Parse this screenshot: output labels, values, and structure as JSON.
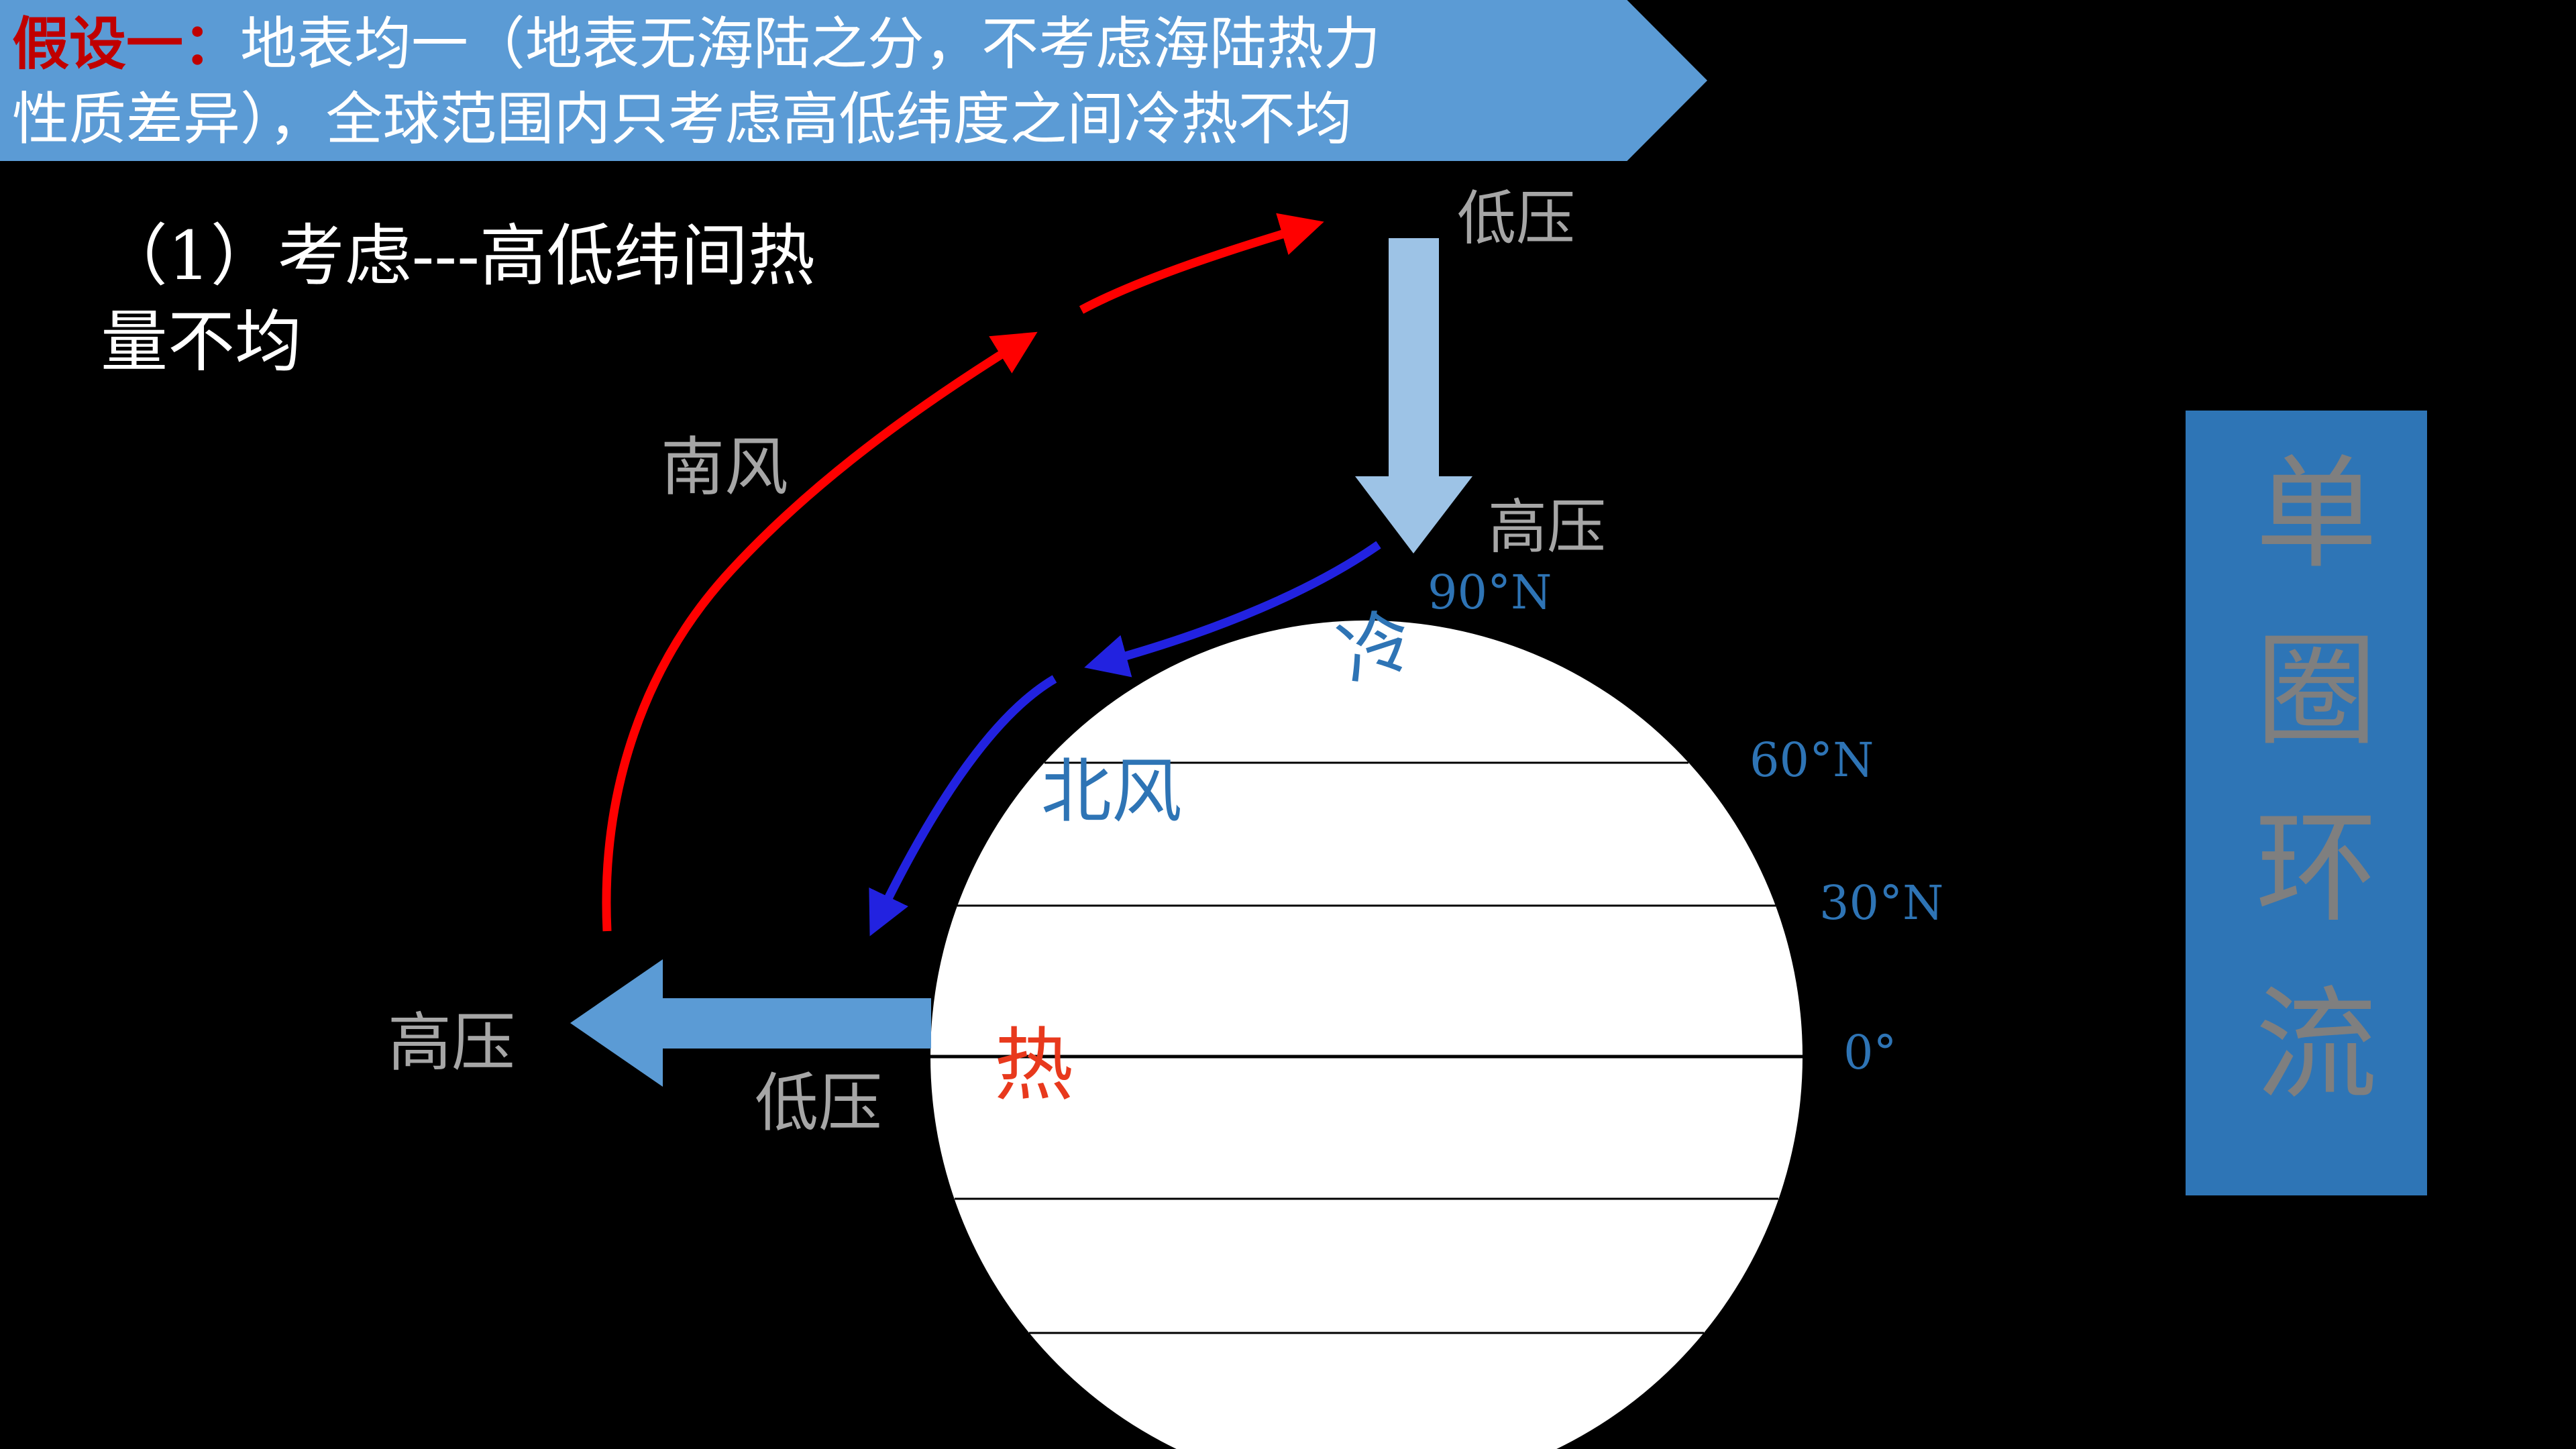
{
  "slide": {
    "banner": {
      "prefix": "假设一：",
      "text_line1": "地表均一（地表无海陆之分，不考虑海陆热力",
      "text_line2": "性质差异），全球范围内只考虑高低纬度之间冷热不均"
    },
    "heading": {
      "line1": "（1）考虑---高低纬间热",
      "line2": "量不均"
    },
    "side_banner_title": "单圈环流"
  },
  "diagram": {
    "wind_labels": {
      "south_wind": "南风",
      "north_wind": "北风"
    },
    "pressure_labels": {
      "low_top": "低压",
      "high_upper": "高压",
      "high_left": "高压",
      "low_lower": "低压"
    },
    "temperature_labels": {
      "cold": "冷",
      "hot": "热"
    },
    "latitude_labels": {
      "n90": "90°N",
      "n60": "60°N",
      "n30": "30°N",
      "equator": "0°"
    }
  },
  "colors": {
    "background": "#000000",
    "banner_blue": "#5B9BD5",
    "banner_prefix_red": "#C00000",
    "side_banner_blue": "#2E75B6",
    "side_banner_text_gray": "#7F7F7F",
    "gray_label": "#A6A6A6",
    "latitude_blue": "#2E74B5",
    "hot_red": "#E8391D",
    "warm_current_red": "#FF0000",
    "cold_current_blue": "#2222E0",
    "descending_arrow_light_blue": "#9DC3E6",
    "surface_arrow_blue": "#5B9BD5",
    "globe_white": "#FFFFFF"
  }
}
